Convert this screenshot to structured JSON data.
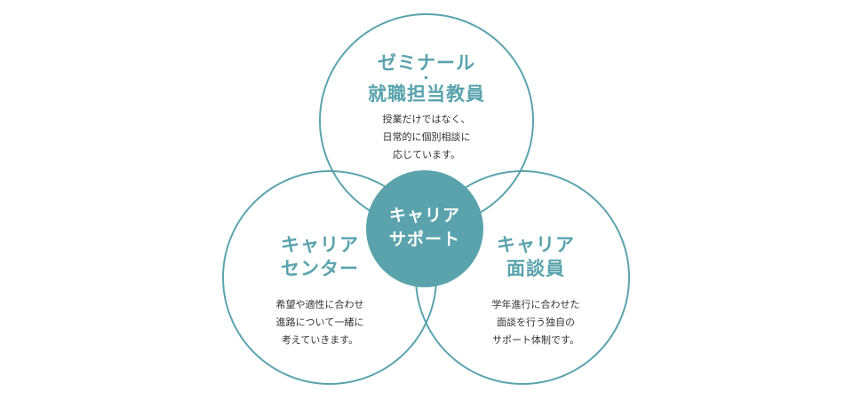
{
  "colors": {
    "accent": "#5aa3ad",
    "text": "#333333",
    "background": "#ffffff"
  },
  "center": {
    "line1": "キャリア",
    "line2": "サポート"
  },
  "top": {
    "title_line1": "ゼミナール",
    "title_dot": "・",
    "title_line2": "就職担当教員",
    "desc_lines": [
      "授業だけではなく、",
      "日常的に個別相談に",
      "応じています。"
    ]
  },
  "left": {
    "title_line1": "キャリア",
    "title_line2": "センター",
    "desc_lines": [
      "希望や適性に合わせ",
      "進路について一緒に",
      "考えていきます。"
    ]
  },
  "right": {
    "title_line1": "キャリア",
    "title_line2": "面談員",
    "desc_lines": [
      "学年進行に合わせた",
      "面談を行う独自の",
      "サポート体制です。"
    ]
  }
}
